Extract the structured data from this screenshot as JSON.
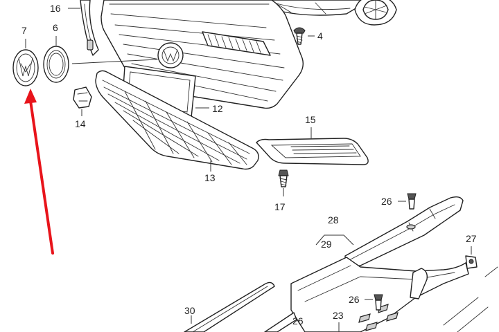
{
  "diagram": {
    "callouts": {
      "c16": "16",
      "c7": "7",
      "c6": "6",
      "c4": "4",
      "c12": "12",
      "c14": "14",
      "c15": "15",
      "c13": "13",
      "c17": "17",
      "c26a": "26",
      "c28": "28",
      "c29": "29",
      "c27": "27",
      "c26b": "26",
      "c30": "30",
      "c26c": "26",
      "c23": "23"
    },
    "highlight": {
      "arrow_color": "#e8141b",
      "target_part": "7"
    }
  }
}
